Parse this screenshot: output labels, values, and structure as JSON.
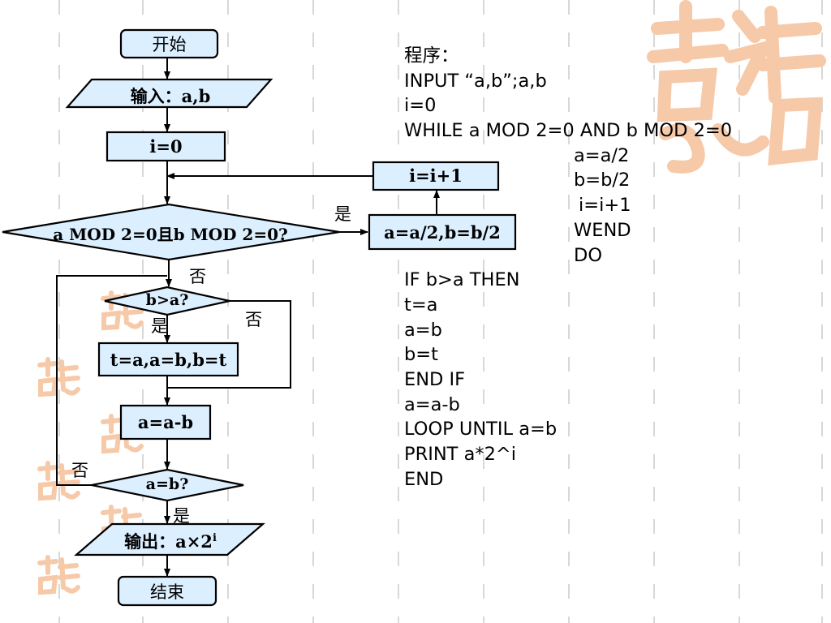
{
  "flowchart": {
    "start": "开始",
    "input": "输入：a,b",
    "init": "i=0",
    "condition_even": "a MOD 2=0且b MOD 2=0?",
    "halve": "a=a/2,b=b/2",
    "increment": "i=i+1",
    "condition_swap": "b>a?",
    "swap": "t=a,a=b,b=t",
    "subtract": "a=a-b",
    "condition_equal": "a=b?",
    "output_prefix": "输出：a×2",
    "output_exp": "i",
    "end": "结束",
    "yes_label": "是",
    "no_label": "否"
  },
  "program": {
    "lines": [
      "程序：",
      "INPUT “a,b”;a,b",
      "i=0",
      "WHILE a MOD 2=0 AND b MOD 2=0",
      "a=a/2",
      "b=b/2",
      "i=i+1",
      "WEND",
      "DO",
      "IF b>a THEN",
      "t=a",
      "a=b",
      "b=t",
      "END IF",
      "a=a-b",
      "LOOP UNTIL a=b",
      "PRINT a*2^i",
      "END"
    ]
  },
  "colors": {
    "shape_fill": "#dcefff",
    "stroke": "#000000",
    "watermark": "#f6c9a8"
  }
}
